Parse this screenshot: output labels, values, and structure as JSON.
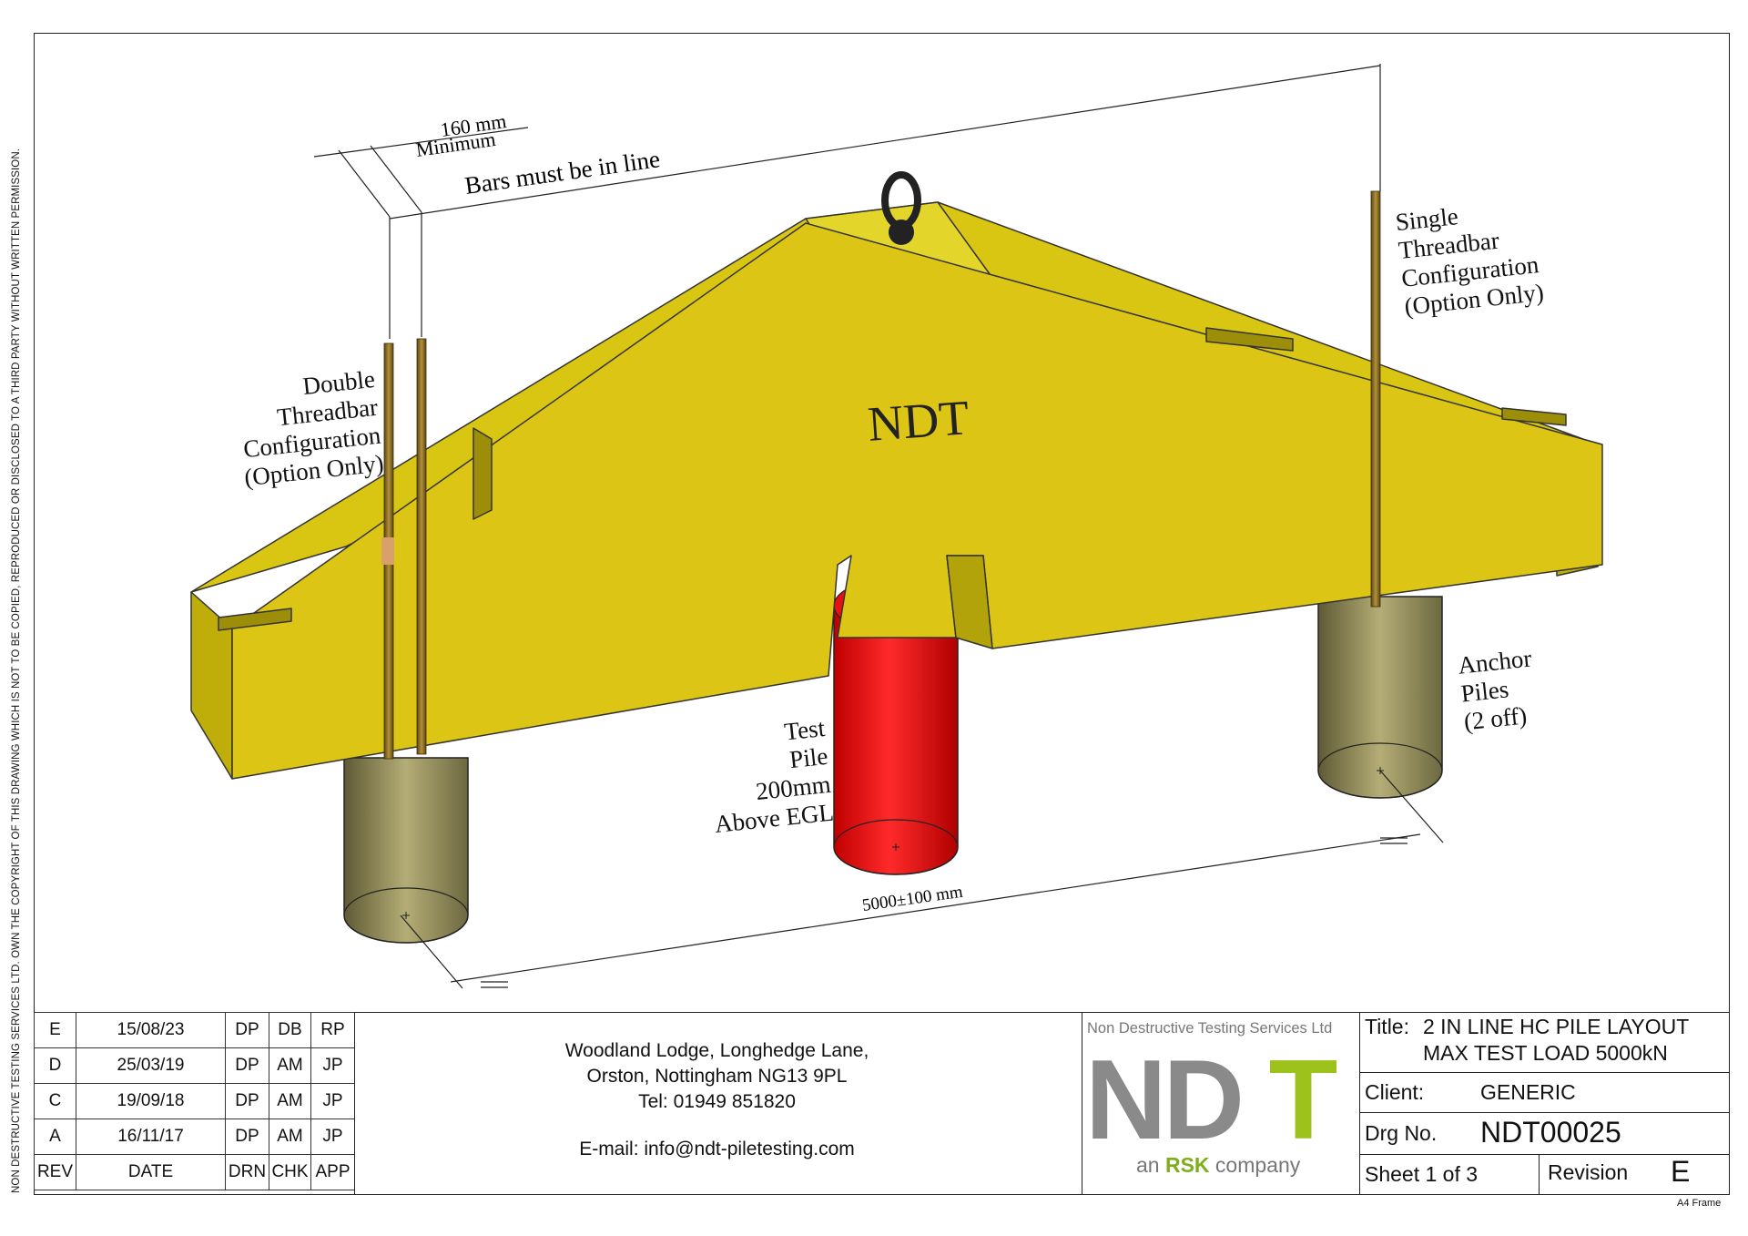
{
  "copyright": "NON DESTRUCTIVE TESTING SERVICES LTD.  OWN THE COPYRIGHT OF THIS DRAWING WHICH IS NOT TO BE COPIED, REPRODUCED OR DISCLOSED TO A THIRD PARTY WITHOUT WRITTEN PERMISSION.",
  "drawing": {
    "beam_text": "NDT",
    "dim_bar_spacing": "160 mm",
    "dim_bar_spacing_note": "Minimum",
    "bars_in_line": "Bars must be in line",
    "single": [
      "Single",
      "Threadbar",
      "Configuration",
      "(Option Only)"
    ],
    "double": [
      "Double",
      "Threadbar",
      "Configuration",
      "(Option Only)"
    ],
    "test_pile": [
      "Test",
      "Pile",
      "200mm",
      "Above EGL"
    ],
    "anchor": [
      "Anchor",
      "Piles",
      "(2 off)"
    ],
    "dim_pile_spacing": "5000±100 mm",
    "colors": {
      "beam": "#dcc514",
      "test_pile": "#ff1a1a",
      "anchor_pile": "#a7a06a",
      "bar": "#8a6b1e"
    }
  },
  "revisions": {
    "headers": [
      "REV",
      "DATE",
      "DRN",
      "CHK",
      "APP"
    ],
    "rows": [
      [
        "E",
        "15/08/23",
        "DP",
        "DB",
        "RP"
      ],
      [
        "D",
        "25/03/19",
        "DP",
        "AM",
        "JP"
      ],
      [
        "C",
        "19/09/18",
        "DP",
        "AM",
        "JP"
      ],
      [
        "A",
        "16/11/17",
        "DP",
        "AM",
        "JP"
      ]
    ]
  },
  "address": [
    "Woodland Lodge, Longhedge Lane,",
    "Orston, Nottingham NG13 9PL",
    "Tel:  01949 851820"
  ],
  "email": "E-mail: info@ndt-piletesting.com",
  "company": {
    "name": "Non Destructive Testing Services Ltd",
    "logo": "NDT",
    "tagline_pre": "an ",
    "tagline_brand": "RSK",
    "tagline_post": " company"
  },
  "title_block": {
    "title_label": "Title:",
    "title_line1": "2 IN LINE HC PILE LAYOUT",
    "title_line2": "MAX TEST LOAD 5000kN",
    "client_label": "Client:",
    "client": "GENERIC",
    "drg_label": "Drg No.",
    "drg_no": "NDT00025",
    "sheet": "Sheet 1 of 3",
    "revision_label": "Revision",
    "revision": "E"
  },
  "frame_label": "A4 Frame"
}
